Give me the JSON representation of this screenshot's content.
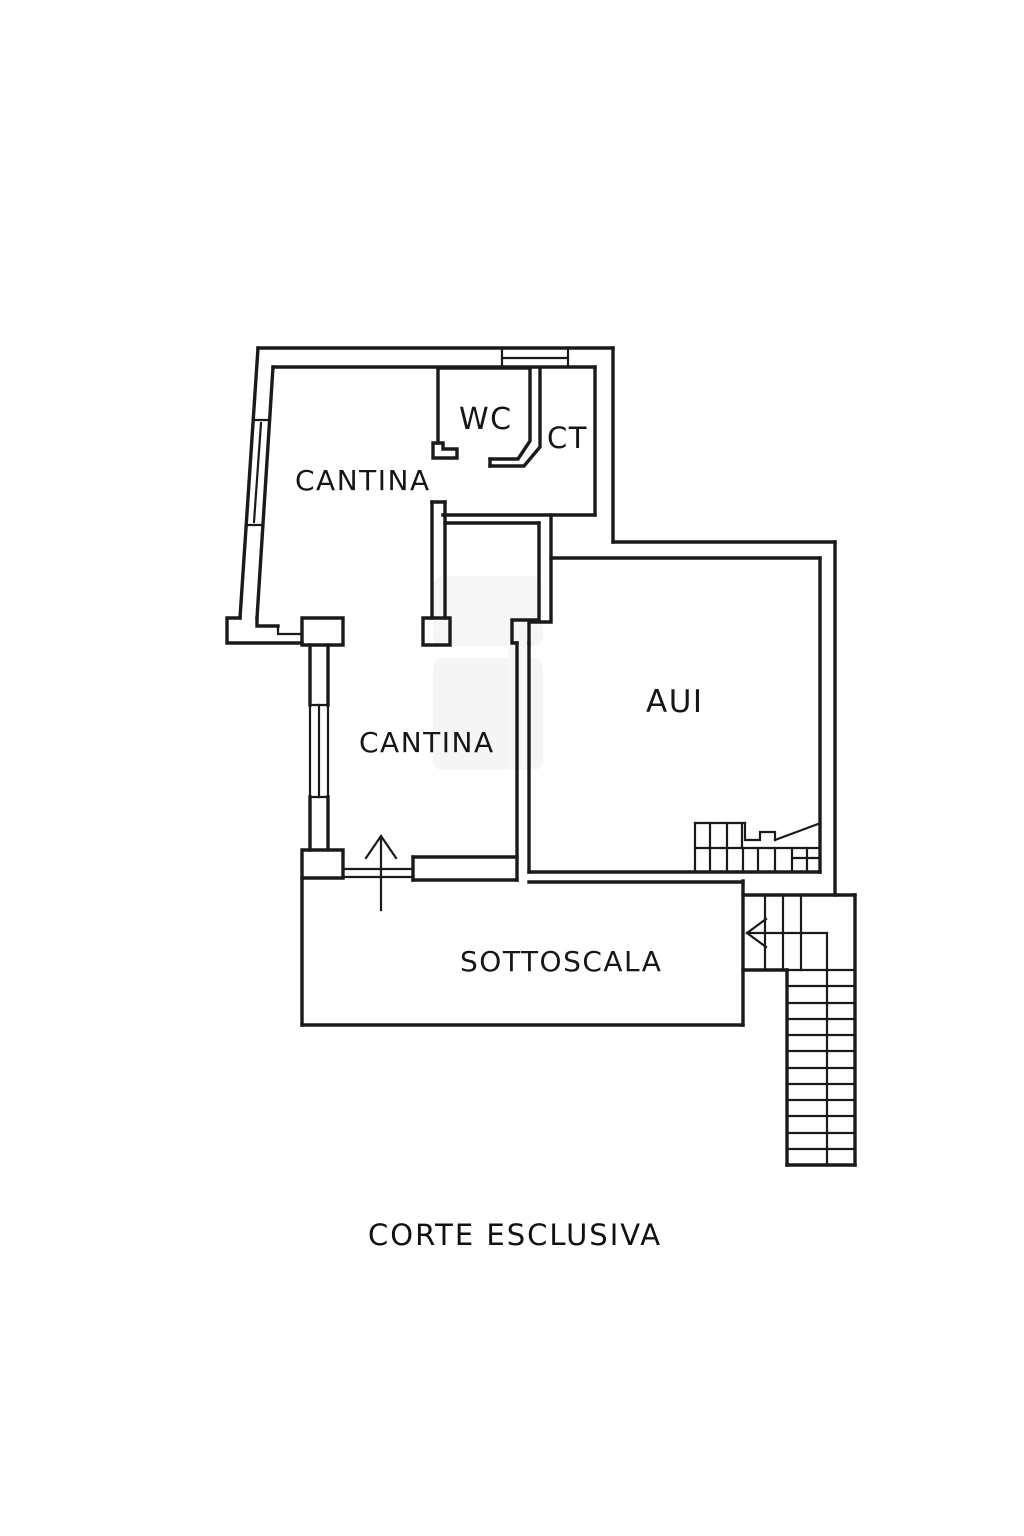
{
  "document": {
    "type": "floor-plan",
    "background_color": "#ffffff",
    "line_color": "#1a1a1a",
    "text_color": "#161616"
  },
  "labels": {
    "cantina_upper": "CANTINA",
    "wc": "WC",
    "ct": "CT",
    "cantina_lower": "CANTINA",
    "aui": "AUI",
    "sottoscala": "SOTTOSCALA"
  },
  "caption": "CORTE ESCLUSIVA",
  "icons": {
    "entrance_arrow": "arrow-up",
    "stairs_direction_arrow": "arrow-left"
  }
}
